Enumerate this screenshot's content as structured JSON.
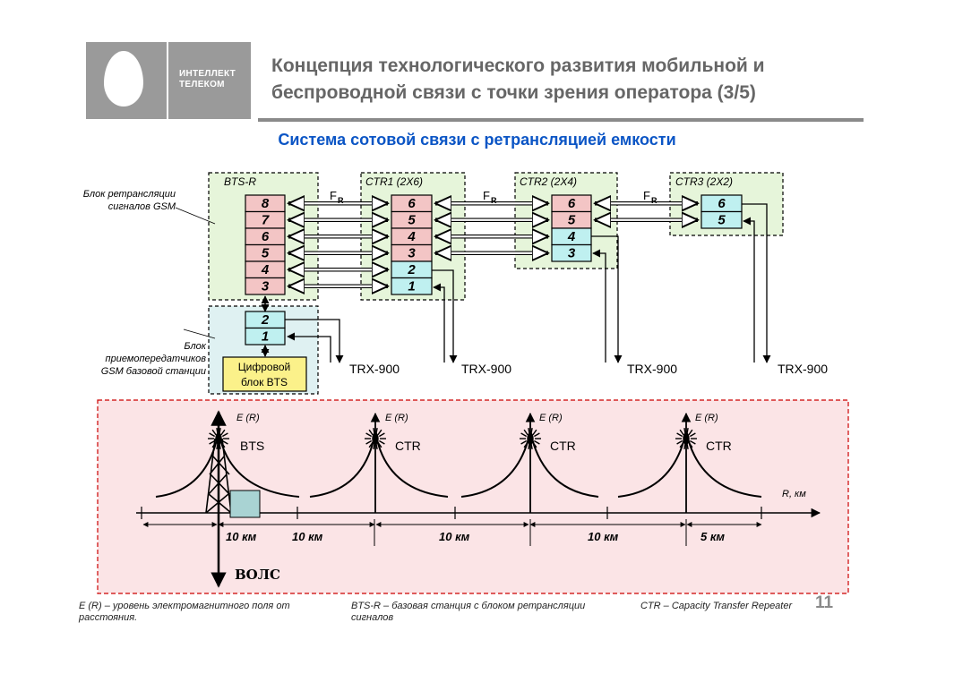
{
  "header": {
    "logo_line1": "ИНТЕЛЛЕКТ",
    "logo_line2": "ТЕЛЕКОМ",
    "title_line1": "Концепция технологического развития мобильной и",
    "title_line2": "беспроводной связи с точки зрения оператора (3/5)",
    "subtitle": "Система сотовой связи с ретрансляцией емкости"
  },
  "diagram": {
    "block_labels": {
      "bts_r": "BTS-R",
      "ctr1": "CTR1 (2X6)",
      "ctr2": "CTR2 (2X4)",
      "ctr3": "CTR3 (2X2)"
    },
    "fr_main": "F",
    "fr_sub": "R",
    "bts_r_channels": [
      "8",
      "7",
      "6",
      "5",
      "4",
      "3"
    ],
    "ctr1_channels": [
      "6",
      "5",
      "4",
      "3",
      "2",
      "1"
    ],
    "ctr2_channels": [
      "6",
      "5",
      "4",
      "3"
    ],
    "ctr3_channels": [
      "6",
      "5"
    ],
    "trx_channels": [
      "2",
      "1"
    ],
    "digital_block_line1": "Цифровой",
    "digital_block_line2": "блок BTS",
    "trx_label": "TRX-900",
    "relay_block_note": [
      "Блок ретрансляции",
      "сигналов GSM"
    ],
    "transceiver_block_note": [
      "Блок",
      "приемопередатчиков",
      "GSM базовой станции"
    ],
    "colors": {
      "relay_green": "#e6f5da",
      "trx_blue": "#dff1f2",
      "pink_cell": "#f3c5c5",
      "cyan_cell": "#bff0f0",
      "yellow_cell": "#fbf18a",
      "coverage_bg": "#fbe4e6",
      "coverage_border": "#cc0000"
    }
  },
  "coverage": {
    "field_label": "E (R)",
    "bts_label": "BTS",
    "ctr_label": "CTR",
    "axis_label": "R, км",
    "distances": [
      "10 км",
      "10 км",
      "10 км",
      "10 км",
      "5 км"
    ],
    "fiber_label": "ВОЛС"
  },
  "footer": {
    "note1_line1": "E (R) – уровень электромагнитного поля от",
    "note1_line2": "расстояния.",
    "note2_line1": "BTS-R – базовая станция с блоком ретрансляции",
    "note2_line2": "сигналов",
    "note3": "CTR – Capacity Transfer Repeater",
    "page_number": "11"
  }
}
